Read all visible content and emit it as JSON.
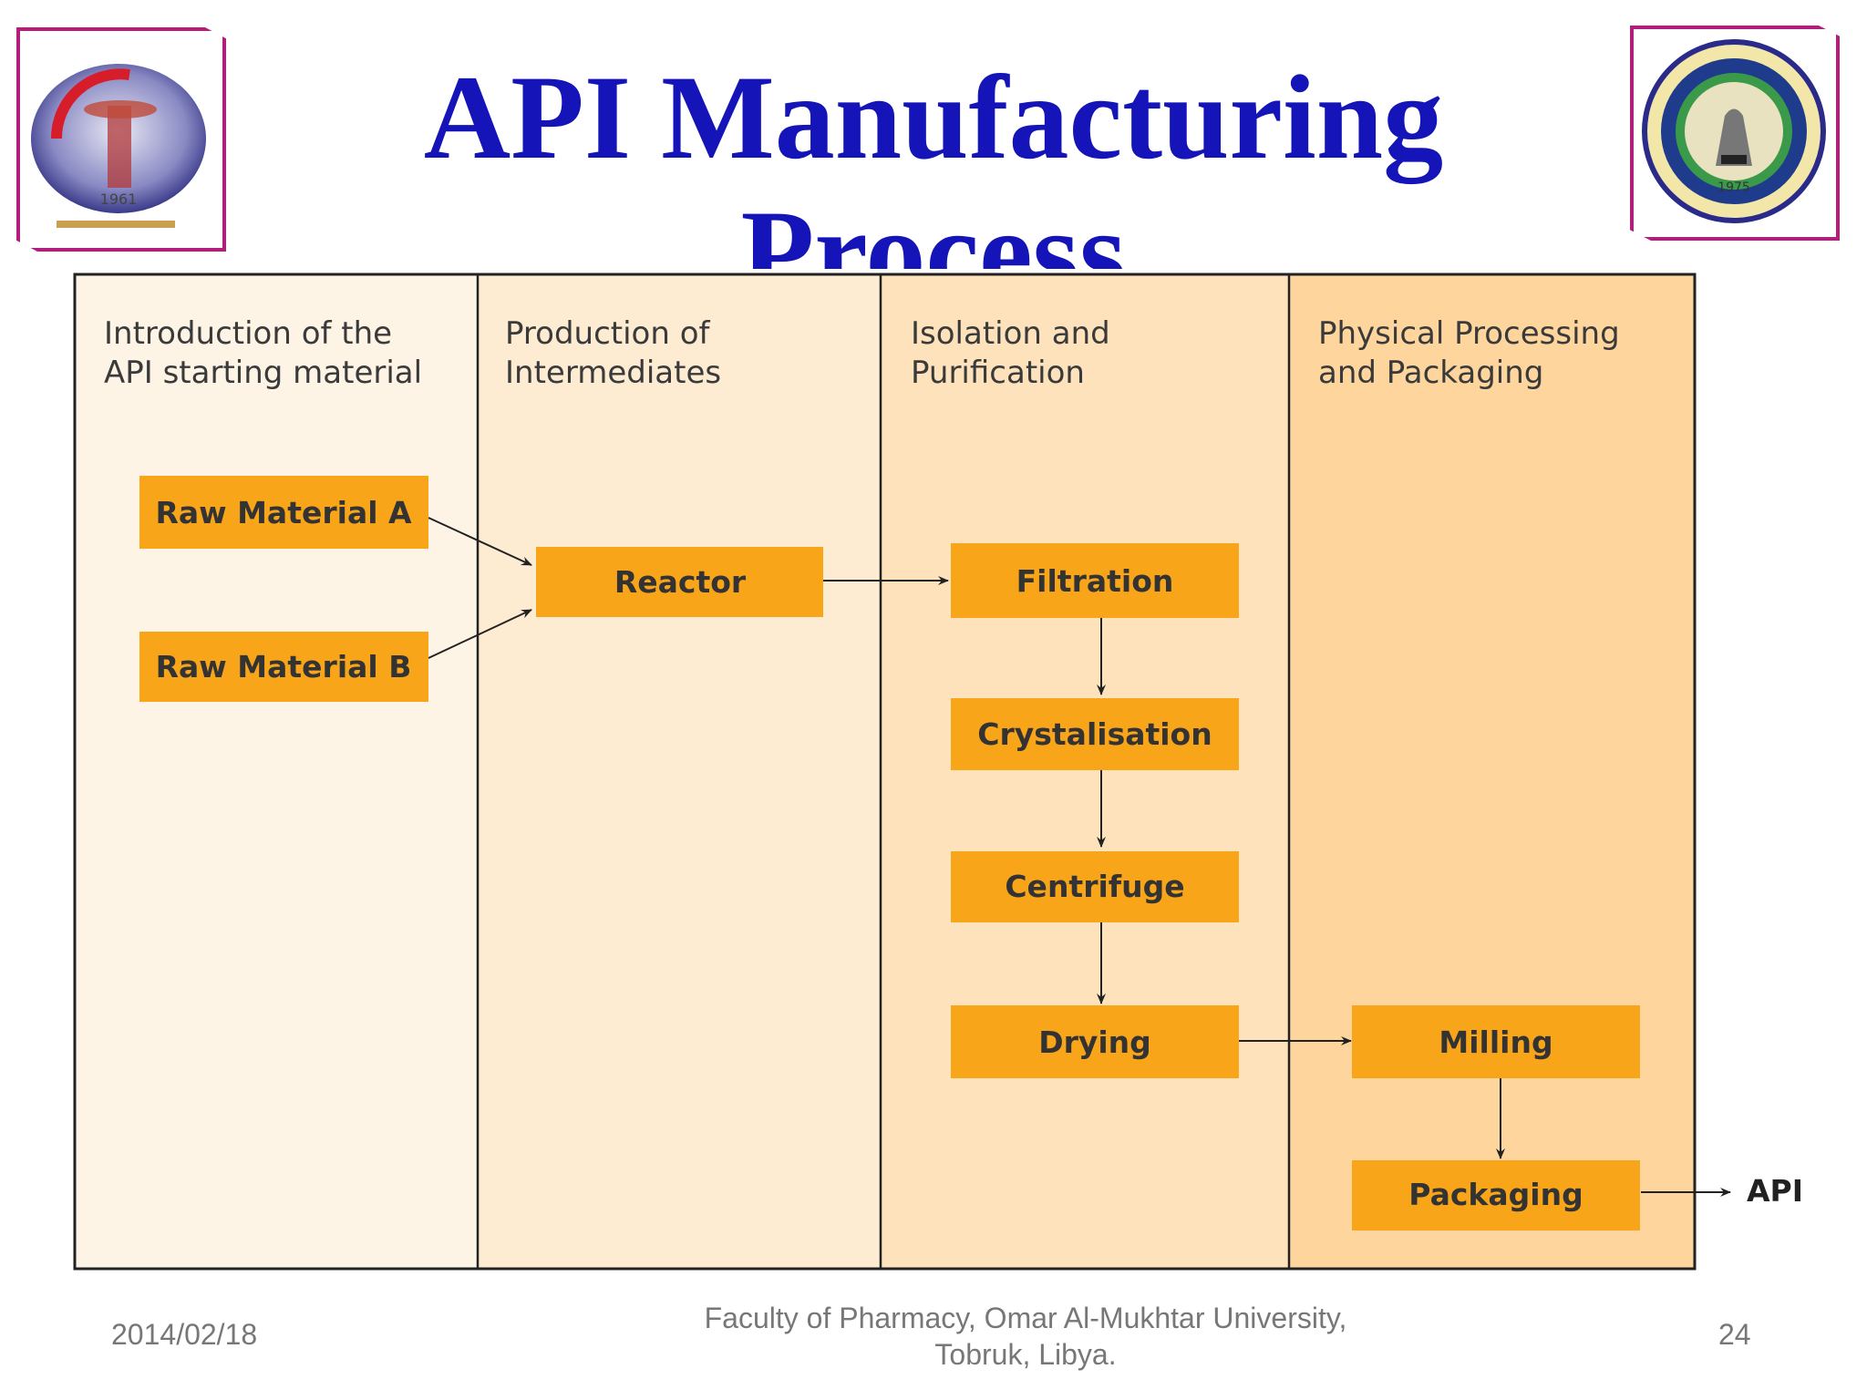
{
  "title": {
    "line1": "API Manufacturing",
    "line2": "Process"
  },
  "logos": {
    "left": {
      "icon": "faculty-of-pharmacy-emblem",
      "year": "1961"
    },
    "right": {
      "icon": "omar-al-mukhtar-university-seal",
      "year": "1975"
    }
  },
  "stages": [
    {
      "line1": "Introduction of the",
      "line2": "API starting material"
    },
    {
      "line1": "Production of",
      "line2": "Intermediates"
    },
    {
      "line1": "Isolation and",
      "line2": "Purification"
    },
    {
      "line1": "Physical Processing",
      "line2": "and Packaging"
    }
  ],
  "steps": {
    "raw_a": "Raw Material A",
    "raw_b": "Raw Material B",
    "reactor": "Reactor",
    "filtration": "Filtration",
    "crystalisation": "Crystalisation",
    "centrifuge": "Centrifuge",
    "drying": "Drying",
    "milling": "Milling",
    "packaging": "Packaging"
  },
  "output_label": "API",
  "colors": {
    "title": "#1414b8",
    "box_fill": "#f9a51a",
    "stage_fills": [
      "#fef4e5",
      "#fdebd2",
      "#fde2bb",
      "#fdd59d"
    ],
    "logo_frame": "#b0207a"
  },
  "footer": {
    "date": "2014/02/18",
    "line1": "Faculty of Pharmacy, Omar Al-Mukhtar University,",
    "line2": "Tobruk, Libya.",
    "page": "24"
  }
}
